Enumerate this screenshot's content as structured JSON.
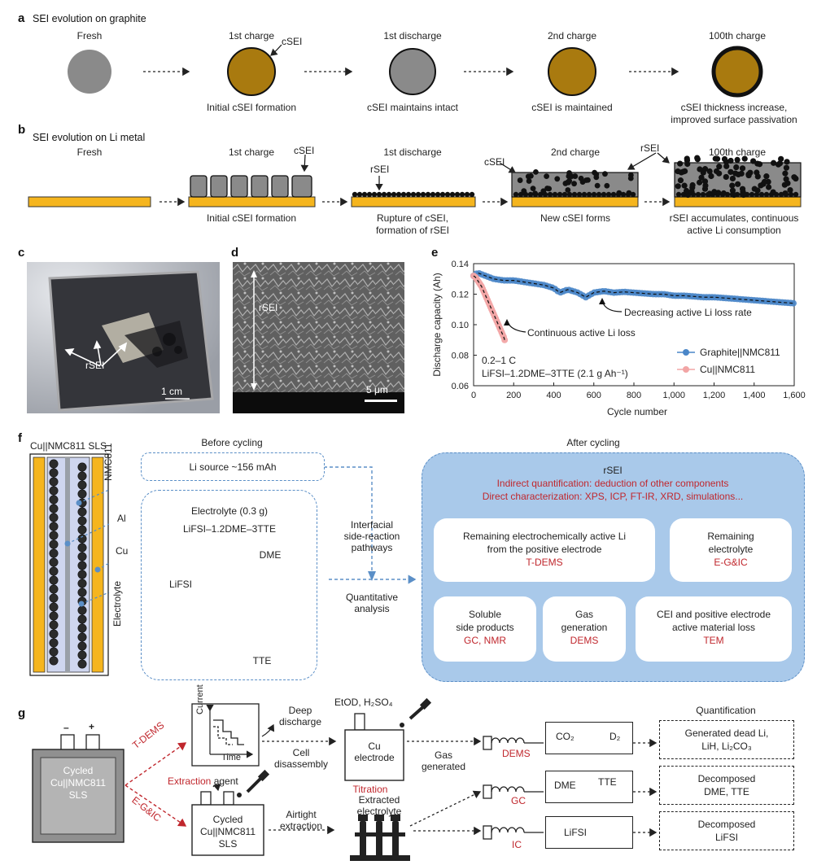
{
  "panel_a": {
    "label": "a",
    "title": "SEI evolution on graphite",
    "stages": [
      {
        "name": "Fresh",
        "caption": ""
      },
      {
        "name": "1st charge",
        "caption": "Initial cSEI formation"
      },
      {
        "name": "1st discharge",
        "caption": "cSEI maintains intact"
      },
      {
        "name": "2nd charge",
        "caption": "cSEI is maintained"
      },
      {
        "name": "100th charge",
        "caption": "cSEI thickness increase,",
        "caption2": "improved surface passivation"
      }
    ],
    "callout": "cSEI"
  },
  "panel_b": {
    "label": "b",
    "title": "SEI evolution on Li metal",
    "stages": [
      {
        "name": "Fresh",
        "caption": ""
      },
      {
        "name": "1st charge",
        "caption": "Initial cSEI formation"
      },
      {
        "name": "1st discharge",
        "caption": "Rupture of cSEI,",
        "caption2": "formation of rSEI"
      },
      {
        "name": "2nd charge",
        "caption": "New cSEI forms"
      },
      {
        "name": "100th charge",
        "caption": "rSEI accumulates, continuous",
        "caption2": "active Li consumption"
      }
    ],
    "callouts": {
      "csei_1": "cSEI",
      "rsei_1": "rSEI",
      "csei_2": "cSEI",
      "rsei_2": "rSEI"
    }
  },
  "panel_c": {
    "label": "c",
    "annotation": "rSEI",
    "scale": "1 cm"
  },
  "panel_d": {
    "label": "d",
    "annotation": "rSEI",
    "scale": "5 μm"
  },
  "panel_e": {
    "label": "e"
  },
  "chart_data": {
    "type": "line",
    "xlabel": "Cycle number",
    "ylabel": "Discharge capacity (Ah)",
    "xlim": [
      0,
      1600
    ],
    "ylim": [
      0.06,
      0.14
    ],
    "xticks": [
      "0",
      "200",
      "400",
      "600",
      "800",
      "1,000",
      "1,200",
      "1,400",
      "1,600"
    ],
    "yticks": [
      "0.06",
      "0.08",
      "0.10",
      "0.12",
      "0.14"
    ],
    "series": [
      {
        "name": "Graphite||NMC811",
        "color": "#4a86c8",
        "x": [
          0,
          20,
          60,
          100,
          150,
          200,
          250,
          300,
          350,
          400,
          430,
          470,
          520,
          560,
          600,
          650,
          700,
          750,
          800,
          850,
          900,
          950,
          1000,
          1050,
          1100,
          1150,
          1200,
          1250,
          1300,
          1350,
          1400,
          1450,
          1500,
          1550,
          1600
        ],
        "y": [
          0.132,
          0.134,
          0.132,
          0.13,
          0.129,
          0.129,
          0.128,
          0.127,
          0.126,
          0.124,
          0.121,
          0.123,
          0.121,
          0.118,
          0.121,
          0.122,
          0.121,
          0.1215,
          0.121,
          0.1205,
          0.12,
          0.12,
          0.119,
          0.119,
          0.1185,
          0.118,
          0.118,
          0.1175,
          0.117,
          0.1165,
          0.116,
          0.1155,
          0.115,
          0.1145,
          0.114
        ]
      },
      {
        "name": "Cu||NMC811",
        "color": "#f2a5a5",
        "x": [
          0,
          10,
          20,
          30,
          40,
          50,
          60,
          70,
          80,
          90,
          100,
          110,
          120,
          130,
          140,
          150,
          155
        ],
        "y": [
          0.132,
          0.131,
          0.129,
          0.127,
          0.125,
          0.122,
          0.119,
          0.116,
          0.113,
          0.11,
          0.107,
          0.104,
          0.101,
          0.098,
          0.095,
          0.092,
          0.09
        ]
      }
    ],
    "annotations": [
      "Decreasing active Li loss rate",
      "Continuous active Li loss"
    ],
    "conditions": [
      "0.2–1 C",
      "LiFSI–1.2DME–3TTE (2.1 g Ah⁻¹)"
    ],
    "legend": "bottom-right"
  },
  "panel_f": {
    "label": "f",
    "cell_title": "Cu||NMC811 SLS",
    "layer_labels": [
      "NMC811",
      "Al",
      "Cu",
      "Electrolyte"
    ],
    "before_title": "Before cycling",
    "li_source": "Li source ~156 mAh",
    "electrolyte_title": "Electrolyte (0.3 g)",
    "electrolyte_formula": "LiFSI–1.2DME–3TTE",
    "molecules": [
      "LiFSI",
      "DME",
      "TTE"
    ],
    "mid_labels": {
      "pathways_1": "Interfacial",
      "pathways_2": "side-reaction",
      "pathways_3": "pathways",
      "quant_1": "Quantitative",
      "quant_2": "analysis"
    },
    "after_title": "After cycling",
    "rsei": {
      "title": "rSEI",
      "line1": "Indirect quantification: deduction of other components",
      "line2": "Direct characterization: XPS, ICP, FT-IR, XRD, simulations..."
    },
    "boxes": [
      {
        "line1": "Remaining electrochemically active Li",
        "line2": "from the positive electrode",
        "method": "T-DEMS"
      },
      {
        "line1": "Remaining",
        "line2": "electrolyte",
        "method": "E-G&IC"
      },
      {
        "line1": "Soluble",
        "line2": "side products",
        "method": "GC, NMR"
      },
      {
        "line1": "Gas",
        "line2": "generation",
        "method": "DEMS"
      },
      {
        "line1": "CEI and positive electrode",
        "line2": "active material loss",
        "method": "TEM"
      }
    ]
  },
  "panel_g": {
    "label": "g",
    "cell": {
      "line1": "Cycled",
      "line2": "Cu||NMC811",
      "line3": "SLS",
      "minus": "–",
      "plus": "+"
    },
    "route_1": "T-DEMS",
    "route_2": "E-G&IC",
    "plot_current": "Current",
    "plot_time": "Time",
    "deep_discharge_1": "Deep",
    "deep_discharge_2": "discharge",
    "cell_disassembly_1": "Cell",
    "cell_disassembly_2": "disassembly",
    "reagent": "EtOD, H₂SO₄",
    "cu_electrode_1": "Cu",
    "cu_electrode_2": "electrode",
    "titration": "Titration",
    "gas_generated_1": "Gas",
    "gas_generated_2": "generated",
    "extraction_agent_1": "Extraction",
    "extraction_agent_2": "agent",
    "cycled_sls": {
      "line1": "Cycled",
      "line2": "Cu||NMC811",
      "line3": "SLS"
    },
    "airtight_1": "Airtight",
    "airtight_2": "extraction",
    "extracted_1": "Extracted",
    "extracted_2": "electrolyte",
    "instruments": [
      "DEMS",
      "GC",
      "IC"
    ],
    "peaks_dems": [
      "CO₂",
      "D₂"
    ],
    "peaks_gc": [
      "DME",
      "TTE"
    ],
    "peaks_ic": [
      "LiFSI"
    ],
    "quant_title": "Quantification",
    "quant_boxes": [
      {
        "line1": "Generated dead Li,",
        "line2": "LiH, Li₂CO₃"
      },
      {
        "line1": "Decomposed",
        "line2": "DME, TTE"
      },
      {
        "line1": "Decomposed",
        "line2": "LiFSI"
      }
    ]
  }
}
